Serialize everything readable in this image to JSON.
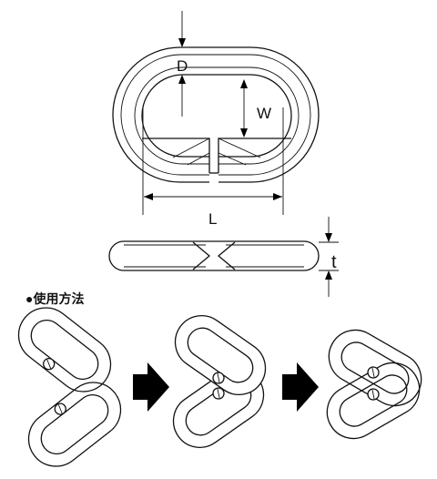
{
  "labels": {
    "D": "D",
    "W": "W",
    "L": "L",
    "t": "t"
  },
  "usage": {
    "title": "●使用方法"
  },
  "colors": {
    "line": "#111111",
    "arrow": "#000000",
    "background": "#ffffff"
  },
  "icons": {
    "step_arrow": "right-arrow-icon"
  }
}
